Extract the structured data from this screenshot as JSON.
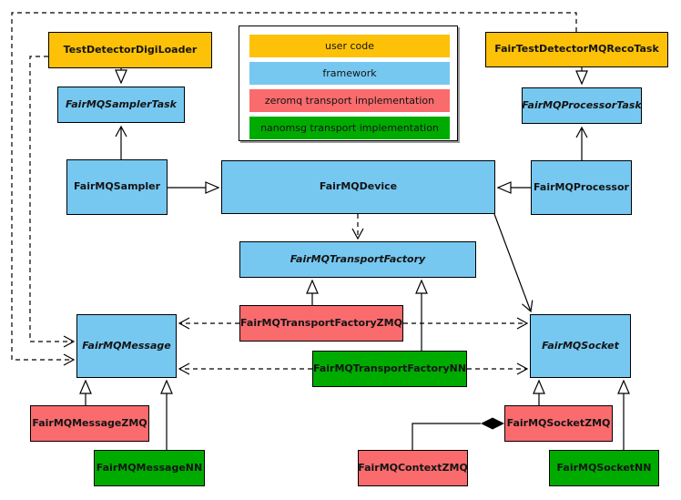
{
  "colors": {
    "user_code": "#fdc107",
    "framework": "#76c8f1",
    "zeromq": "#f96b6d",
    "nanomsg": "#00ab00",
    "line": "#000000",
    "background": "#ffffff"
  },
  "legend": {
    "items": [
      {
        "label": "user code",
        "type": "user_code"
      },
      {
        "label": "framework",
        "type": "framework"
      },
      {
        "label": "zeromq transport implementation",
        "type": "zeromq"
      },
      {
        "label": "nanomsg transport implementation",
        "type": "nanomsg"
      }
    ]
  },
  "nodes": {
    "digi_loader": {
      "label": "TestDetectorDigiLoader",
      "type": "user_code",
      "abstract": false
    },
    "reco_task": {
      "label": "FairTestDetectorMQRecoTask",
      "type": "user_code",
      "abstract": false
    },
    "sampler_task": {
      "label": "FairMQSamplerTask",
      "type": "framework",
      "abstract": true
    },
    "processor_task": {
      "label": "FairMQProcessorTask",
      "type": "framework",
      "abstract": true
    },
    "sampler": {
      "label": "FairMQSampler",
      "type": "framework",
      "abstract": false
    },
    "device": {
      "label": "FairMQDevice",
      "type": "framework",
      "abstract": false
    },
    "processor": {
      "label": "FairMQProcessor",
      "type": "framework",
      "abstract": false
    },
    "transport_factory": {
      "label": "FairMQTransportFactory",
      "type": "framework",
      "abstract": true
    },
    "transport_factory_zmq": {
      "label": "FairMQTransportFactoryZMQ",
      "type": "zeromq",
      "abstract": false
    },
    "transport_factory_nn": {
      "label": "FairMQTransportFactoryNN",
      "type": "nanomsg",
      "abstract": false
    },
    "message": {
      "label": "FairMQMessage",
      "type": "framework",
      "abstract": true
    },
    "socket": {
      "label": "FairMQSocket",
      "type": "framework",
      "abstract": true
    },
    "message_zmq": {
      "label": "FairMQMessageZMQ",
      "type": "zeromq",
      "abstract": false
    },
    "message_nn": {
      "label": "FairMQMessageNN",
      "type": "nanomsg",
      "abstract": false
    },
    "socket_zmq": {
      "label": "FairMQSocketZMQ",
      "type": "zeromq",
      "abstract": false
    },
    "context_zmq": {
      "label": "FairMQContextZMQ",
      "type": "zeromq",
      "abstract": false
    },
    "socket_nn": {
      "label": "FairMQSocketNN",
      "type": "nanomsg",
      "abstract": false
    }
  }
}
